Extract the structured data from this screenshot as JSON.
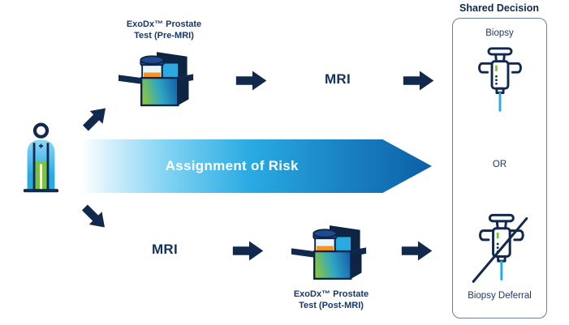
{
  "colors": {
    "navy": "#12294E",
    "text_navy": "#14315E",
    "cyan": "#29ABE2",
    "green": "#7DC142",
    "orange": "#F7941E",
    "band_gradient_start": "#FFFFFF",
    "band_gradient_mid": "#29ABE2",
    "band_gradient_end": "#0E63A8",
    "panel_border": "#6B7F99"
  },
  "icons": {
    "patient": "patient-icon",
    "test_kit": "test-kit-icon",
    "arrow_right": "arrow-right-icon",
    "arrow_up_right": "arrow-up-right-icon",
    "arrow_down_right": "arrow-down-right-icon",
    "syringe": "syringe-icon",
    "syringe_crossed": "syringe-crossed-icon"
  },
  "top_path": {
    "kit_label_line1": "ExoDx™ Prostate",
    "kit_label_line2": "Test (Pre-MRI)",
    "mri_label": "MRI"
  },
  "risk_band": {
    "label": "Assignment of Risk"
  },
  "bottom_path": {
    "mri_label": "MRI",
    "kit_label_line1": "ExoDx™ Prostate",
    "kit_label_line2": "Test (Post-MRI)"
  },
  "decision_panel": {
    "title": "Shared Decision",
    "biopsy_label": "Biopsy",
    "or_label": "OR",
    "deferral_label": "Biopsy Deferral"
  }
}
